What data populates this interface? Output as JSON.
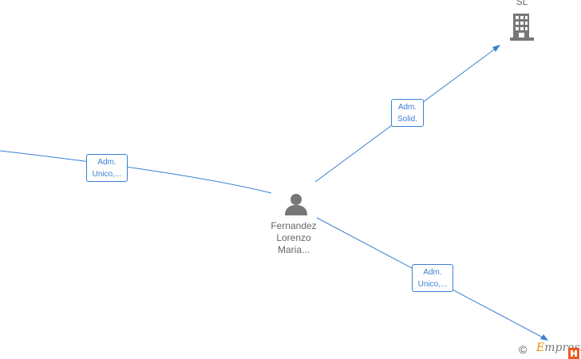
{
  "company_node": {
    "label": "SL",
    "icon": "building-icon"
  },
  "person_node": {
    "label_lines": [
      "Fernandez",
      "Lorenzo",
      "Maria..."
    ],
    "icon": "person-icon"
  },
  "edges": [
    {
      "name": "edge-left",
      "label_lines": [
        "Adm.",
        "Unico,..."
      ]
    },
    {
      "name": "edge-company",
      "label_lines": [
        "Adm.",
        "Solid."
      ]
    },
    {
      "name": "edge-bottom-right",
      "label_lines": [
        "Adm.",
        "Unico,..."
      ]
    }
  ],
  "footer": {
    "copyright_symbol": "©",
    "brand_initial": "E",
    "brand_rest": "mpresia"
  },
  "colors": {
    "edge": "#3b7fd4",
    "node_icon": "#777777",
    "text": "#666666",
    "brand": "#f08a00"
  }
}
